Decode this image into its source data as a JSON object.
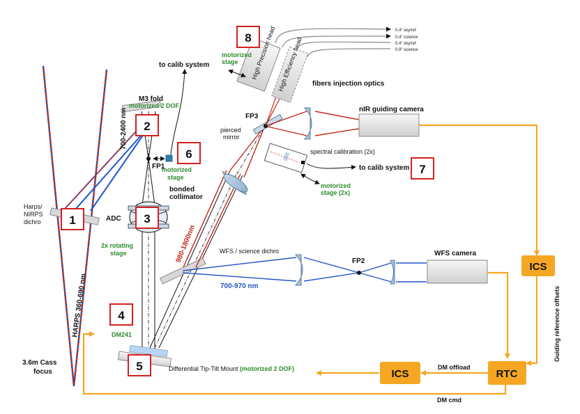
{
  "labels": {
    "to_calib_top": "to calib system",
    "m3_fold": "M3 fold",
    "m3_motor": "motorized 2 DOF",
    "band_700_2400": "700-2400 nm",
    "fp1": "FP1",
    "motorized_stage_6": "motorized stage",
    "bonded_collimator": "bonded collimator",
    "harps_dichro": "Harps/ NIRPS dichro",
    "adc": "ADC",
    "rotating_stage": "2x rotating stage",
    "harps_band": "HARPS 360-690 nm",
    "dm241": "DM241",
    "cass_focus": "3.6m Cass focus",
    "tip_tilt_mount": "Differential Tip-Tilt Mount",
    "tip_tilt_motor": "(motorized 2 DOF)",
    "motorized_stage_8": "motorized stage",
    "high_precision": "High Precision head",
    "high_efficiency": "High Efficiency head",
    "fiber_1": "0.4\" sky/ref",
    "fiber_2": "0.4\" science",
    "fiber_3": "0.4\" sky/ref",
    "fiber_4": "0.9\" science",
    "fibers_injection": "fibers injection optics",
    "fp3": "FP3",
    "pierced_mirror": "pierced mirror",
    "nir_camera": "nIR guiding camera",
    "spectral_calib": "spectral calibration (2x)",
    "to_calib_mid": "to calib system",
    "motorized_stage_7": "motorized stage (2x)",
    "band_980_1800": "980-1800nm",
    "wfs_dichro": "WFS / science dichro",
    "band_700_970": "700-970 nm",
    "fp2": "FP2",
    "wfs_camera": "WFS camera",
    "ics_right": "ICS",
    "guiding_offsets": "Guiding reference offsets",
    "ics_bottom": "ICS",
    "rtc": "RTC",
    "dm_offload": "DM offload",
    "dm_cmd": "DM cmd"
  },
  "markers": [
    "1",
    "2",
    "3",
    "4",
    "5",
    "6",
    "7",
    "8"
  ],
  "colors": {
    "red_beam": "#c0281a",
    "blue_beam": "#2356c8",
    "orange_signal": "#f5a623",
    "green_text": "#2e8b2e",
    "marker_border": "#d42020"
  }
}
